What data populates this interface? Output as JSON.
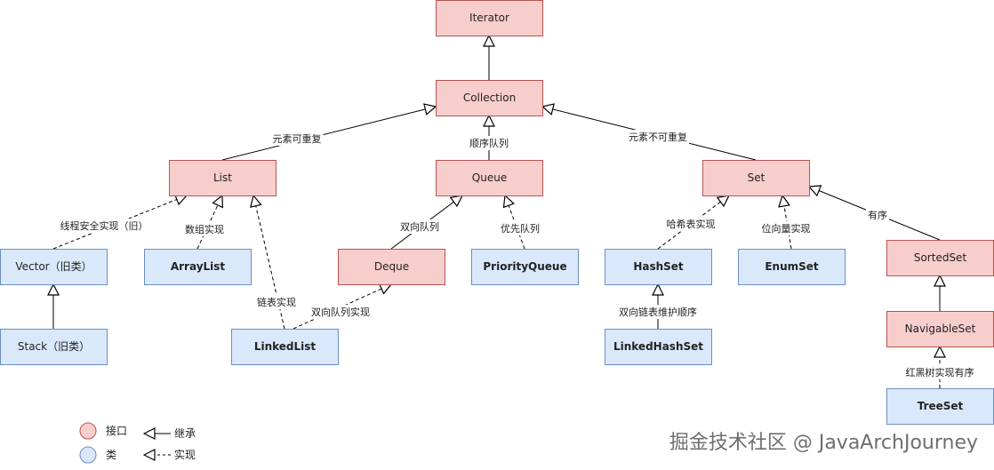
{
  "colors": {
    "interface_fill": "#f8cecc",
    "interface_stroke": "#b85450",
    "class_fill": "#dae8fc",
    "class_stroke": "#6c8ebf",
    "edge": "#000000"
  },
  "nodes": {
    "iterator": {
      "label": "Iterator",
      "kind": "interface"
    },
    "collection": {
      "label": "Collection",
      "kind": "interface"
    },
    "list": {
      "label": "List",
      "kind": "interface"
    },
    "queue": {
      "label": "Queue",
      "kind": "interface"
    },
    "set": {
      "label": "Set",
      "kind": "interface"
    },
    "vector": {
      "label": "Vector（旧类）",
      "kind": "class"
    },
    "arraylist": {
      "label": "ArrayList",
      "kind": "class"
    },
    "deque": {
      "label": "Deque",
      "kind": "interface"
    },
    "priorityqueue": {
      "label": "PriorityQueue",
      "kind": "class"
    },
    "hashset": {
      "label": "HashSet",
      "kind": "class"
    },
    "enumset": {
      "label": "EnumSet",
      "kind": "class"
    },
    "sortedset": {
      "label": "SortedSet",
      "kind": "interface"
    },
    "stack": {
      "label": "Stack（旧类）",
      "kind": "class"
    },
    "linkedlist": {
      "label": "LinkedList",
      "kind": "class"
    },
    "linkedhashset": {
      "label": "LinkedHashSet",
      "kind": "class"
    },
    "navigableset": {
      "label": "NavigableSet",
      "kind": "interface"
    },
    "treeset": {
      "label": "TreeSet",
      "kind": "class"
    }
  },
  "edges": [
    {
      "from": "collection",
      "to": "iterator",
      "type": "inherit",
      "label": ""
    },
    {
      "from": "list",
      "to": "collection",
      "type": "inherit",
      "label": "元素可重复"
    },
    {
      "from": "queue",
      "to": "collection",
      "type": "inherit",
      "label": "顺序队列"
    },
    {
      "from": "set",
      "to": "collection",
      "type": "inherit",
      "label": "元素不可重复"
    },
    {
      "from": "vector",
      "to": "list",
      "type": "implement",
      "label": "线程安全实现（旧）"
    },
    {
      "from": "arraylist",
      "to": "list",
      "type": "implement",
      "label": "数组实现"
    },
    {
      "from": "linkedlist",
      "to": "list",
      "type": "implement",
      "label": "链表实现"
    },
    {
      "from": "deque",
      "to": "queue",
      "type": "inherit",
      "label": "双向队列"
    },
    {
      "from": "priorityqueue",
      "to": "queue",
      "type": "implement",
      "label": "优先队列"
    },
    {
      "from": "linkedlist",
      "to": "deque",
      "type": "implement",
      "label": "双向队列实现"
    },
    {
      "from": "stack",
      "to": "vector",
      "type": "inherit",
      "label": ""
    },
    {
      "from": "hashset",
      "to": "set",
      "type": "implement",
      "label": "哈希表实现"
    },
    {
      "from": "enumset",
      "to": "set",
      "type": "implement",
      "label": "位向量实现"
    },
    {
      "from": "sortedset",
      "to": "set",
      "type": "inherit",
      "label": "有序"
    },
    {
      "from": "linkedhashset",
      "to": "hashset",
      "type": "inherit",
      "label": "双向链表维护顺序"
    },
    {
      "from": "navigableset",
      "to": "sortedset",
      "type": "inherit",
      "label": ""
    },
    {
      "from": "treeset",
      "to": "navigableset",
      "type": "implement",
      "label": "红黑树实现有序"
    }
  ],
  "legend": {
    "interface_label": "接口",
    "class_label": "类",
    "inherit_label": "继承",
    "implement_label": "实现"
  },
  "watermark": {
    "text": "掘金技术社区 @ JavaArchJourney"
  }
}
